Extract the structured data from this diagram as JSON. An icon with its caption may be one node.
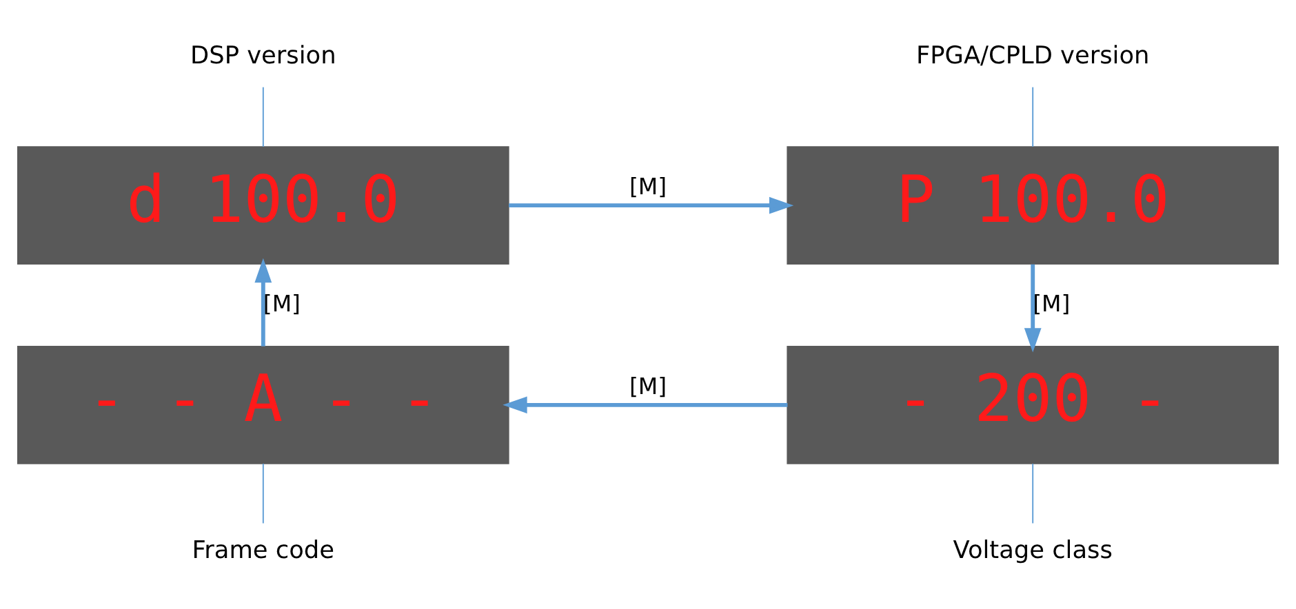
{
  "diagram": {
    "nodes": [
      {
        "text": [
          "DSP version"
        ]
      },
      {
        "text": [
          "d 100.0"
        ]
      },
      {
        "text": [
          "FPGA/CPLD version"
        ]
      },
      {
        "text": [
          "P 100.0"
        ]
      },
      {
        "text": [
          "- 200 -"
        ]
      },
      {
        "text": [
          "- - A - -"
        ]
      },
      {
        "text": [
          "Frame code"
        ]
      },
      {
        "text": [
          "Voltage class"
        ]
      }
    ],
    "edges": [
      {
        "from": 1,
        "to": 3,
        "arrow": "to",
        "label": "[M]",
        "style": "thick"
      },
      {
        "from": 3,
        "to": 4,
        "arrow": "to",
        "label": "[M]",
        "style": "thick"
      },
      {
        "from": 4,
        "to": 5,
        "arrow": "to",
        "label": "[M]",
        "style": "thick"
      },
      {
        "from": 5,
        "to": 1,
        "arrow": "to",
        "label": "[M]",
        "style": "thick"
      },
      {
        "from": 0,
        "to": 1,
        "arrow": "none"
      },
      {
        "from": 2,
        "to": 3,
        "arrow": "none"
      },
      {
        "from": 6,
        "to": 5,
        "arrow": "none"
      },
      {
        "from": 7,
        "to": 4,
        "arrow": "none"
      }
    ]
  }
}
